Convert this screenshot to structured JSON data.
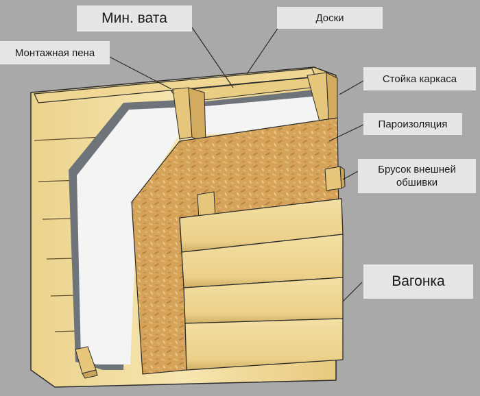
{
  "labels": {
    "min_vata": "Мин. вата",
    "doski": "Доски",
    "montazhnaya_pena": "Монтажная пена",
    "stoyka_karkasa": "Стойка каркаса",
    "paroizolyatsiya": "Пароизоляция",
    "brusok_line1": "Брусок внешней",
    "brusok_line2": "обшивки",
    "vagonka": "Вагонка"
  },
  "colors": {
    "background": "#a9a9a9",
    "label_bg": "#e6e6e6",
    "wood_light": "#f1dd9c",
    "wood_dark": "#c9a45a",
    "osb": "#d9a65c",
    "insulation": "#f4f4f4",
    "insulation_edge": "#6f747a"
  }
}
